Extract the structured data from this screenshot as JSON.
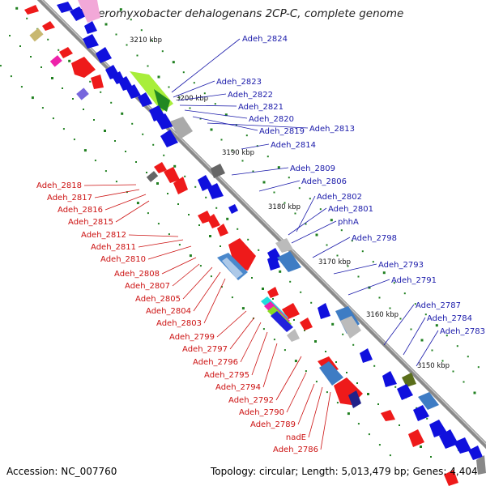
{
  "title": "Anaeromyxobacter dehalogenans 2CP-C, complete genome",
  "footer": {
    "accession": "Accession: NC_007760",
    "summary": "Topology: circular; Length: 5,013,479 bp; Genes: 4,404"
  },
  "colors": {
    "forward_strand": "#1010dd",
    "reverse_strand": "#ee1010",
    "backbone": "#808080",
    "tick": "#208020",
    "forward_label": "#1a1aaa",
    "reverse_label": "#cc1111"
  },
  "scale_labels": [
    "3210 kbp",
    "3200 kbp",
    "3190 kbp",
    "3180 kbp",
    "3170 kbp",
    "3160 kbp",
    "3150 kbp"
  ],
  "forward_labels": [
    "Adeh_2824",
    "Adeh_2823",
    "Adeh_2822",
    "Adeh_2821",
    "Adeh_2820",
    "Adeh_2819",
    "Adeh_2813",
    "Adeh_2814",
    "Adeh_2809",
    "Adeh_2806",
    "Adeh_2802",
    "Adeh_2801",
    "phhA",
    "Adeh_2798",
    "Adeh_2793",
    "Adeh_2791",
    "Adeh_2787",
    "Adeh_2784",
    "Adeh_2783"
  ],
  "reverse_labels": [
    "Adeh_2818",
    "Adeh_2817",
    "Adeh_2816",
    "Adeh_2815",
    "Adeh_2812",
    "Adeh_2811",
    "Adeh_2810",
    "Adeh_2808",
    "Adeh_2807",
    "Adeh_2805",
    "Adeh_2804",
    "Adeh_2803",
    "Adeh_2799",
    "Adeh_2797",
    "Adeh_2796",
    "Adeh_2795",
    "Adeh_2794",
    "Adeh_2792",
    "Adeh_2790",
    "Adeh_2789",
    "nadE",
    "Adeh_2786"
  ]
}
